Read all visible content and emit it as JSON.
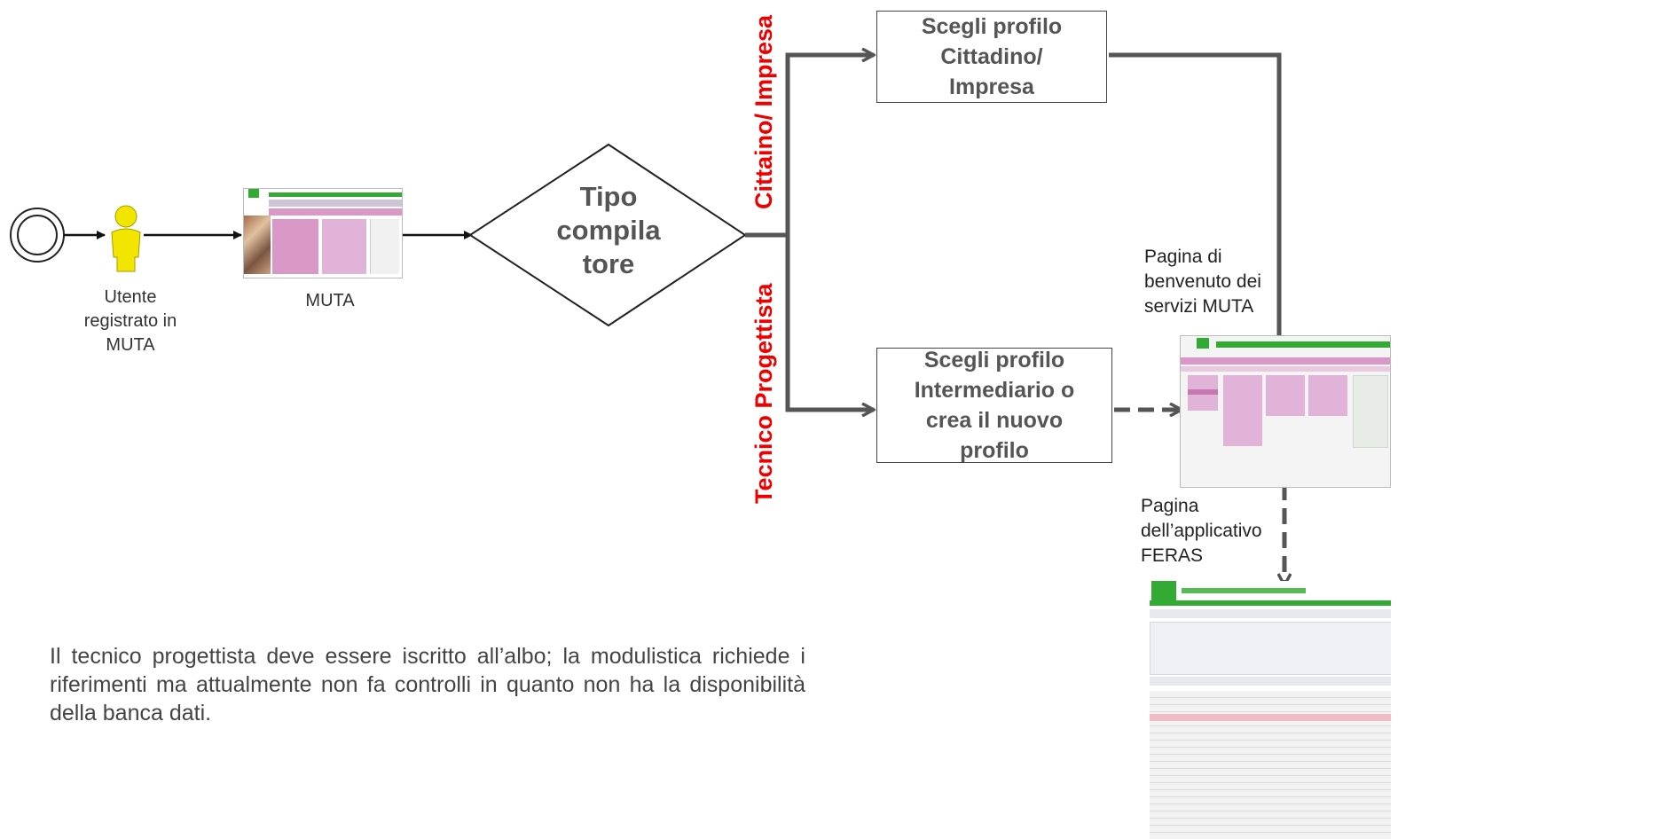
{
  "actor": {
    "label": "Utente registrato in MUTA"
  },
  "app": {
    "label": "MUTA"
  },
  "decision": {
    "label": "Tipo compila tore"
  },
  "branches": {
    "top": "Cittaino/ Impresa",
    "bottom": "Tecnico Progettista"
  },
  "boxes": {
    "citizen": "Scegli  profilo Cittadino/ Impresa",
    "intermediary": "Scegli profilo Intermediario  o crea il nuovo profilo"
  },
  "notes": {
    "welcome": "Pagina di benvenuto dei servizi MUTA",
    "feras": "Pagina dell’applicativo FERAS"
  },
  "footer": {
    "text": "Il tecnico progettista deve essere iscritto all’albo; la modulistica richiede i riferimenti ma attualmente non fa controlli in quanto non ha la disponibilità della banca dati."
  },
  "colors": {
    "arrow": "#555555",
    "branch_label": "#ee0000",
    "thumb_pink": "#d998c8",
    "thumb_green": "#33aa33"
  }
}
